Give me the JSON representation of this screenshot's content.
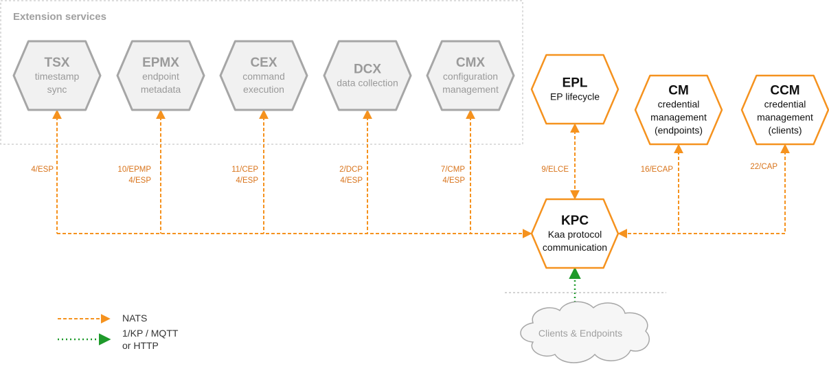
{
  "group": {
    "label": "Extension services"
  },
  "extension_services": [
    {
      "abbr": "TSX",
      "lines": [
        "timestamp",
        "sync"
      ]
    },
    {
      "abbr": "EPMX",
      "lines": [
        "endpoint",
        "metadata"
      ]
    },
    {
      "abbr": "CEX",
      "lines": [
        "command",
        "execution"
      ]
    },
    {
      "abbr": "DCX",
      "lines": [
        "data collection"
      ]
    },
    {
      "abbr": "CMX",
      "lines": [
        "configuration",
        "management"
      ]
    }
  ],
  "core_services": [
    {
      "abbr": "EPL",
      "lines": [
        "EP lifecycle"
      ]
    },
    {
      "abbr": "CM",
      "lines": [
        "credential",
        "management",
        "(endpoints)"
      ]
    },
    {
      "abbr": "CCM",
      "lines": [
        "credential",
        "management",
        "(clients)"
      ]
    },
    {
      "abbr": "KPC",
      "lines": [
        "Kaa protocol",
        "communication"
      ]
    }
  ],
  "protocol_labels": [
    {
      "lines": [
        "4/ESP"
      ]
    },
    {
      "lines": [
        "10/EPMP",
        "4/ESP"
      ]
    },
    {
      "lines": [
        "11/CEP",
        "4/ESP"
      ]
    },
    {
      "lines": [
        "2/DCP",
        "4/ESP"
      ]
    },
    {
      "lines": [
        "7/CMP",
        "4/ESP"
      ]
    },
    {
      "lines": [
        "9/ELCE"
      ]
    },
    {
      "lines": [
        "16/ECAP"
      ]
    },
    {
      "lines": [
        "22/CAP"
      ]
    }
  ],
  "cloud": {
    "label": "Clients & Endpoints"
  },
  "legend": [
    {
      "label_lines": [
        "NATS"
      ],
      "style": "nats"
    },
    {
      "label_lines": [
        "1/KP / MQTT",
        "or HTTP"
      ],
      "style": "kp"
    }
  ],
  "colors": {
    "orange": "#F5921E",
    "green": "#1E9A2A",
    "grey_fill": "#F1F1F1",
    "grey_stroke": "#A6A6A6",
    "grey_text": "#9A9A9A",
    "label_orange": "#D8731A",
    "dashed_border": "#BBBBBB"
  }
}
